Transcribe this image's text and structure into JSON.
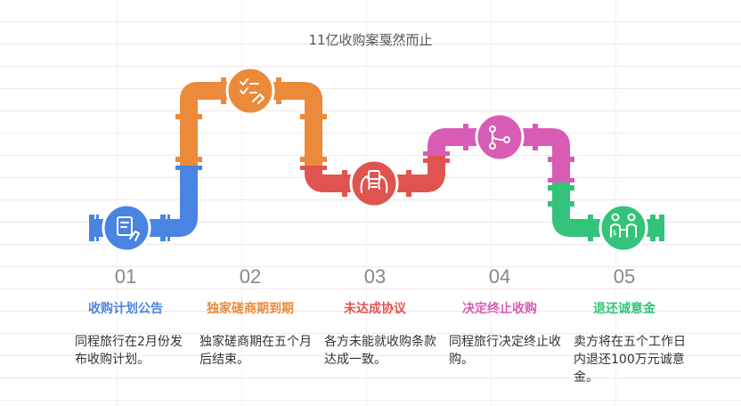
{
  "title": "11亿收购案戛然而止",
  "colors": {
    "blue": "#4a84e2",
    "orange": "#ea8a3a",
    "red": "#e0544f",
    "pink": "#d85cb4",
    "green": "#33c37a"
  },
  "steps": [
    {
      "num": "01",
      "label": "收购计划公告",
      "desc": "同程旅行在2月份发布收购计划。",
      "color": "#4a84e2",
      "icon": "document-hand-icon"
    },
    {
      "num": "02",
      "label": "独家磋商期到期",
      "desc": "独家磋商期在五个月后结束。",
      "color": "#ea8a3a",
      "icon": "checklist-hand-icon"
    },
    {
      "num": "03",
      "label": "未达成协议",
      "desc": "各方未能就收购条款达成一致。",
      "color": "#e0544f",
      "icon": "negotiation-icon"
    },
    {
      "num": "04",
      "label": "决定终止收购",
      "desc": "同程旅行决定终止收购。",
      "color": "#d85cb4",
      "icon": "decision-flow-icon"
    },
    {
      "num": "05",
      "label": "退还诚意金",
      "desc": "卖方将在五个工作日内退还100万元诚意金。",
      "color": "#33c37a",
      "icon": "refund-people-icon"
    }
  ]
}
